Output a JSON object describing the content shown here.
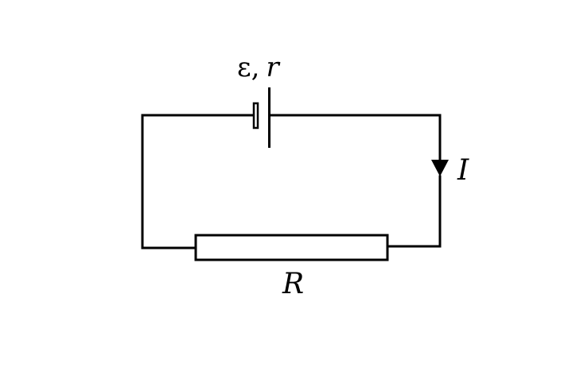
{
  "diagram": {
    "battery_label_emf": "ε",
    "battery_label_sep": ",",
    "battery_label_r": "r",
    "current_label": "I",
    "resistor_label": "R",
    "colors": {
      "background": "#ffffff",
      "stroke": "#000000"
    }
  }
}
